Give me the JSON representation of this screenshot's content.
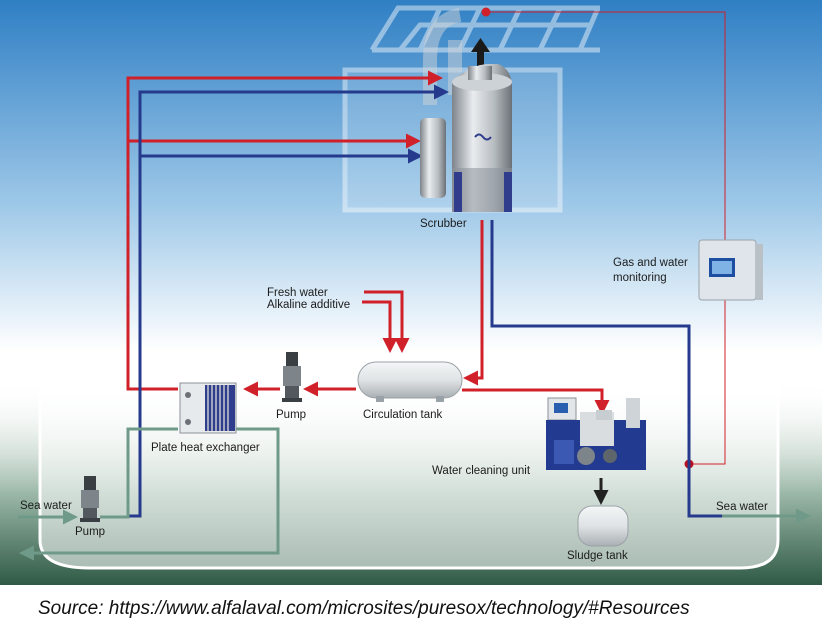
{
  "labels": {
    "scrubber": "Scrubber",
    "gas_water_monitoring_1": "Gas and water",
    "gas_water_monitoring_2": "monitoring",
    "fresh_water": "Fresh water",
    "alkaline_additive": "Alkaline additive",
    "pump_upper": "Pump",
    "circulation_tank": "Circulation tank",
    "plate_heat_exchanger": "Plate heat exchanger",
    "water_cleaning_unit": "Water cleaning unit",
    "sea_water_in": "Sea water",
    "pump_lower": "Pump",
    "sea_water_out": "Sea water",
    "sludge_tank": "Sludge tank"
  },
  "source": "Source:  https://www.alfalaval.com/microsites/puresox/technology/#Resources",
  "colors": {
    "hot_line": "#d0202a",
    "cold_line": "#253a8c",
    "sea_line": "#6f9a8a",
    "signal_line": "#d0202a",
    "sky_top": "#2f7fc4",
    "hull": "#2f5a46"
  },
  "icons": [
    "scrubber-icon",
    "monitoring-cabinet-icon",
    "pump-icon",
    "circulation-tank-icon",
    "plate-heat-exchanger-icon",
    "water-cleaning-unit-icon",
    "sludge-tank-icon",
    "exhaust-arrow-icon"
  ]
}
